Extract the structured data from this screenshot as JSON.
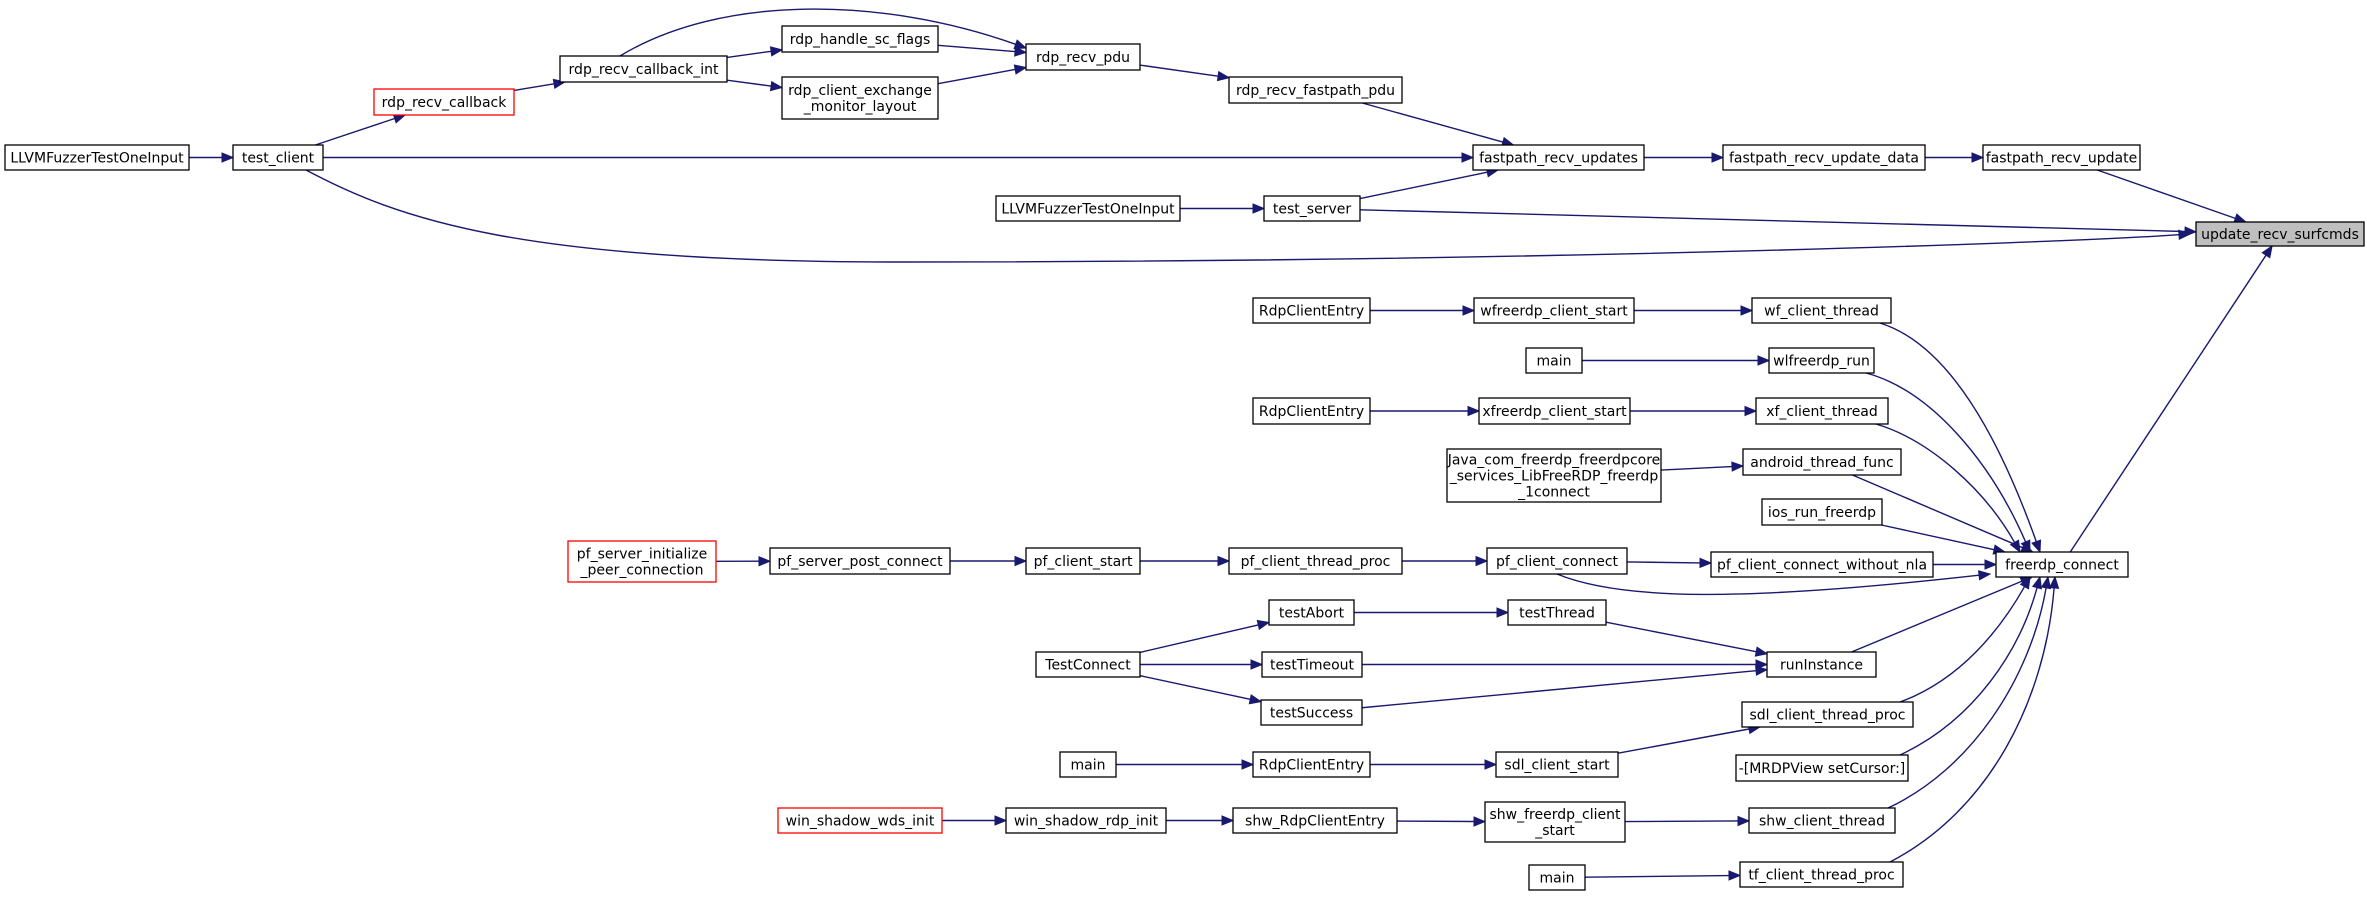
{
  "title": "update_recv_surfcmds",
  "nodes": [
    {
      "id": "update_recv_surfcmds",
      "label": [
        "update_recv_surfcmds"
      ],
      "highlight": true
    },
    {
      "id": "fastpath_recv_update",
      "label": [
        "fastpath_recv_update"
      ]
    },
    {
      "id": "fastpath_recv_update_data",
      "label": [
        "fastpath_recv_update_data"
      ]
    },
    {
      "id": "fastpath_recv_updates",
      "label": [
        "fastpath_recv_updates"
      ]
    },
    {
      "id": "rdp_recv_fastpath_pdu",
      "label": [
        "rdp_recv_fastpath_pdu"
      ]
    },
    {
      "id": "rdp_recv_pdu",
      "label": [
        "rdp_recv_pdu"
      ]
    },
    {
      "id": "rdp_handle_sc_flags",
      "label": [
        "rdp_handle_sc_flags"
      ]
    },
    {
      "id": "rdp_client_exchange_monitor_layout",
      "label": [
        "rdp_client_exchange",
        "_monitor_layout"
      ]
    },
    {
      "id": "rdp_recv_callback_int",
      "label": [
        "rdp_recv_callback_int"
      ]
    },
    {
      "id": "rdp_recv_callback",
      "label": [
        "rdp_recv_callback"
      ],
      "truncated": true
    },
    {
      "id": "test_client",
      "label": [
        "test_client"
      ]
    },
    {
      "id": "llvm_fuzzer_1",
      "label": [
        "LLVMFuzzerTestOneInput"
      ]
    },
    {
      "id": "test_server",
      "label": [
        "test_server"
      ]
    },
    {
      "id": "llvm_fuzzer_2",
      "label": [
        "LLVMFuzzerTestOneInput"
      ]
    },
    {
      "id": "freerdp_connect",
      "label": [
        "freerdp_connect"
      ]
    },
    {
      "id": "wf_client_thread",
      "label": [
        "wf_client_thread"
      ]
    },
    {
      "id": "wfreerdp_client_start",
      "label": [
        "wfreerdp_client_start"
      ]
    },
    {
      "id": "rdpclient_1",
      "label": [
        "RdpClientEntry"
      ]
    },
    {
      "id": "wlfreerdp_run",
      "label": [
        "wlfreerdp_run"
      ]
    },
    {
      "id": "main_1",
      "label": [
        "main"
      ]
    },
    {
      "id": "xf_client_thread",
      "label": [
        "xf_client_thread"
      ]
    },
    {
      "id": "xfreerdp_client_start",
      "label": [
        "xfreerdp_client_start"
      ]
    },
    {
      "id": "rdpclient_2",
      "label": [
        "RdpClientEntry"
      ]
    },
    {
      "id": "android_thread_func",
      "label": [
        "android_thread_func"
      ]
    },
    {
      "id": "java_connect",
      "label": [
        "Java_com_freerdp_freerdpcore",
        "_services_LibFreeRDP_freerdp",
        "_1connect"
      ]
    },
    {
      "id": "ios_run_freerdp",
      "label": [
        "ios_run_freerdp"
      ]
    },
    {
      "id": "pf_client_connect_without_nla",
      "label": [
        "pf_client_connect_without_nla"
      ]
    },
    {
      "id": "pf_client_connect",
      "label": [
        "pf_client_connect"
      ]
    },
    {
      "id": "pf_client_thread_proc",
      "label": [
        "pf_client_thread_proc"
      ]
    },
    {
      "id": "pf_client_start",
      "label": [
        "pf_client_start"
      ]
    },
    {
      "id": "pf_server_post_connect",
      "label": [
        "pf_server_post_connect"
      ]
    },
    {
      "id": "pf_server_initialize_peer_connection",
      "label": [
        "pf_server_initialize",
        "_peer_connection"
      ],
      "truncated": true
    },
    {
      "id": "runInstance",
      "label": [
        "runInstance"
      ]
    },
    {
      "id": "testThread",
      "label": [
        "testThread"
      ]
    },
    {
      "id": "testAbort",
      "label": [
        "testAbort"
      ]
    },
    {
      "id": "testTimeout",
      "label": [
        "testTimeout"
      ]
    },
    {
      "id": "testSuccess",
      "label": [
        "testSuccess"
      ]
    },
    {
      "id": "TestConnect",
      "label": [
        "TestConnect"
      ]
    },
    {
      "id": "sdl_client_thread_proc",
      "label": [
        "sdl_client_thread_proc"
      ]
    },
    {
      "id": "sdl_client_start",
      "label": [
        "sdl_client_start"
      ]
    },
    {
      "id": "rdpclient_3",
      "label": [
        "RdpClientEntry"
      ]
    },
    {
      "id": "main_2",
      "label": [
        "main"
      ]
    },
    {
      "id": "mrdpview_setcursor",
      "label": [
        "-[MRDPView setCursor:]"
      ]
    },
    {
      "id": "shw_client_thread",
      "label": [
        "shw_client_thread"
      ]
    },
    {
      "id": "shw_freerdp_client_start",
      "label": [
        "shw_freerdp_client",
        "_start"
      ]
    },
    {
      "id": "shw_RdpClientEntry",
      "label": [
        "shw_RdpClientEntry"
      ]
    },
    {
      "id": "win_shadow_rdp_init",
      "label": [
        "win_shadow_rdp_init"
      ]
    },
    {
      "id": "win_shadow_wds_init",
      "label": [
        "win_shadow_wds_init"
      ],
      "truncated": true
    },
    {
      "id": "tf_client_thread_proc",
      "label": [
        "tf_client_thread_proc"
      ]
    },
    {
      "id": "main_3",
      "label": [
        "main"
      ]
    }
  ],
  "edges": [
    {
      "from": "fastpath_recv_update",
      "to": "update_recv_surfcmds"
    },
    {
      "from": "test_client",
      "to": "update_recv_surfcmds"
    },
    {
      "from": "test_server",
      "to": "update_recv_surfcmds"
    },
    {
      "from": "freerdp_connect",
      "to": "update_recv_surfcmds"
    },
    {
      "from": "fastpath_recv_update_data",
      "to": "fastpath_recv_update"
    },
    {
      "from": "fastpath_recv_updates",
      "to": "fastpath_recv_update_data"
    },
    {
      "from": "rdp_recv_fastpath_pdu",
      "to": "fastpath_recv_updates"
    },
    {
      "from": "test_client",
      "to": "fastpath_recv_updates"
    },
    {
      "from": "test_server",
      "to": "fastpath_recv_updates"
    },
    {
      "from": "rdp_recv_pdu",
      "to": "rdp_recv_fastpath_pdu"
    },
    {
      "from": "rdp_handle_sc_flags",
      "to": "rdp_recv_pdu"
    },
    {
      "from": "rdp_client_exchange_monitor_layout",
      "to": "rdp_recv_pdu"
    },
    {
      "from": "rdp_recv_callback_int",
      "to": "rdp_recv_pdu"
    },
    {
      "from": "rdp_recv_callback_int",
      "to": "rdp_handle_sc_flags"
    },
    {
      "from": "rdp_recv_callback_int",
      "to": "rdp_client_exchange_monitor_layout"
    },
    {
      "from": "rdp_recv_callback",
      "to": "rdp_recv_callback_int"
    },
    {
      "from": "test_client",
      "to": "rdp_recv_callback"
    },
    {
      "from": "llvm_fuzzer_1",
      "to": "test_client"
    },
    {
      "from": "llvm_fuzzer_2",
      "to": "test_server"
    },
    {
      "from": "wf_client_thread",
      "to": "freerdp_connect"
    },
    {
      "from": "wlfreerdp_run",
      "to": "freerdp_connect"
    },
    {
      "from": "xf_client_thread",
      "to": "freerdp_connect"
    },
    {
      "from": "android_thread_func",
      "to": "freerdp_connect"
    },
    {
      "from": "ios_run_freerdp",
      "to": "freerdp_connect"
    },
    {
      "from": "pf_client_connect_without_nla",
      "to": "freerdp_connect"
    },
    {
      "from": "pf_client_connect",
      "to": "freerdp_connect"
    },
    {
      "from": "runInstance",
      "to": "freerdp_connect"
    },
    {
      "from": "sdl_client_thread_proc",
      "to": "freerdp_connect"
    },
    {
      "from": "mrdpview_setcursor",
      "to": "freerdp_connect"
    },
    {
      "from": "shw_client_thread",
      "to": "freerdp_connect"
    },
    {
      "from": "tf_client_thread_proc",
      "to": "freerdp_connect"
    },
    {
      "from": "wfreerdp_client_start",
      "to": "wf_client_thread"
    },
    {
      "from": "rdpclient_1",
      "to": "wfreerdp_client_start"
    },
    {
      "from": "main_1",
      "to": "wlfreerdp_run"
    },
    {
      "from": "xfreerdp_client_start",
      "to": "xf_client_thread"
    },
    {
      "from": "rdpclient_2",
      "to": "xfreerdp_client_start"
    },
    {
      "from": "java_connect",
      "to": "android_thread_func"
    },
    {
      "from": "pf_client_connect",
      "to": "pf_client_connect_without_nla"
    },
    {
      "from": "pf_client_thread_proc",
      "to": "pf_client_connect"
    },
    {
      "from": "pf_client_start",
      "to": "pf_client_thread_proc"
    },
    {
      "from": "pf_server_post_connect",
      "to": "pf_client_start"
    },
    {
      "from": "pf_server_initialize_peer_connection",
      "to": "pf_server_post_connect"
    },
    {
      "from": "testThread",
      "to": "runInstance"
    },
    {
      "from": "testTimeout",
      "to": "runInstance"
    },
    {
      "from": "testSuccess",
      "to": "runInstance"
    },
    {
      "from": "testAbort",
      "to": "testThread"
    },
    {
      "from": "TestConnect",
      "to": "testAbort"
    },
    {
      "from": "TestConnect",
      "to": "testTimeout"
    },
    {
      "from": "TestConnect",
      "to": "testSuccess"
    },
    {
      "from": "sdl_client_start",
      "to": "sdl_client_thread_proc"
    },
    {
      "from": "rdpclient_3",
      "to": "sdl_client_start"
    },
    {
      "from": "main_2",
      "to": "rdpclient_3"
    },
    {
      "from": "shw_freerdp_client_start",
      "to": "shw_client_thread"
    },
    {
      "from": "shw_RdpClientEntry",
      "to": "shw_freerdp_client_start"
    },
    {
      "from": "win_shadow_rdp_init",
      "to": "shw_RdpClientEntry"
    },
    {
      "from": "win_shadow_wds_init",
      "to": "win_shadow_rdp_init"
    },
    {
      "from": "main_3",
      "to": "tf_client_thread_proc"
    }
  ]
}
